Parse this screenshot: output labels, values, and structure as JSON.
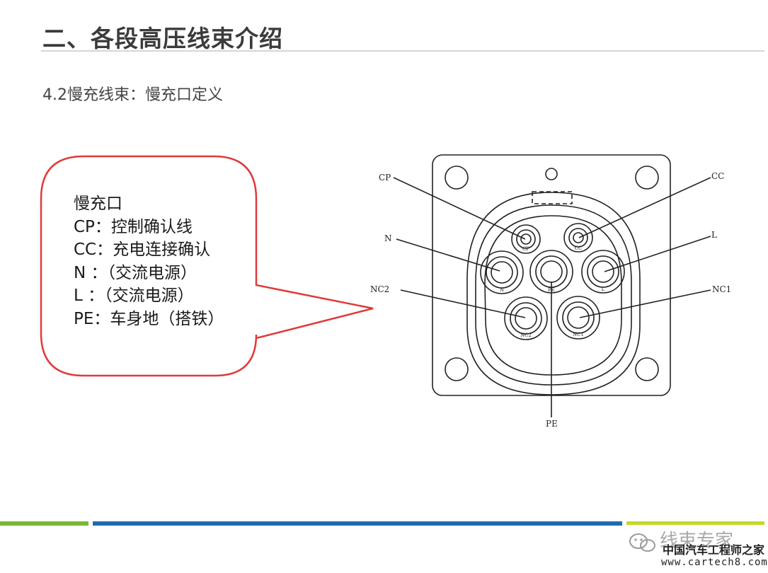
{
  "header": {
    "title": "二、各段高压线束介绍"
  },
  "subtitle": "4.2慢充线束：慢充口定义",
  "callout": {
    "lines": [
      "慢充口",
      "CP：控制确认线",
      "CC：充电连接确认",
      "N ：（交流电源）",
      "L ：（交流电源）",
      "PE：车身地（搭铁）"
    ],
    "border_color": "#e03a3a"
  },
  "diagram": {
    "labels": {
      "cp": "CP",
      "cc": "CC",
      "n": "N",
      "l": "L",
      "nc2": "NC2",
      "nc1": "NC1",
      "pe": "PE"
    },
    "pin_marks": {
      "cp": "CP",
      "cc": "CC",
      "n": "N",
      "l": "L",
      "pe": "PE",
      "nc2": "NC2",
      "nc1": "NC1"
    }
  },
  "footer": {
    "watermark": "线束专家",
    "brand": "中国汽车工程师之家",
    "url": "www.cartech8.com",
    "colors": {
      "green": "#7ab834",
      "blue": "#1f6bb0",
      "yellow": "#c7d62c"
    }
  }
}
